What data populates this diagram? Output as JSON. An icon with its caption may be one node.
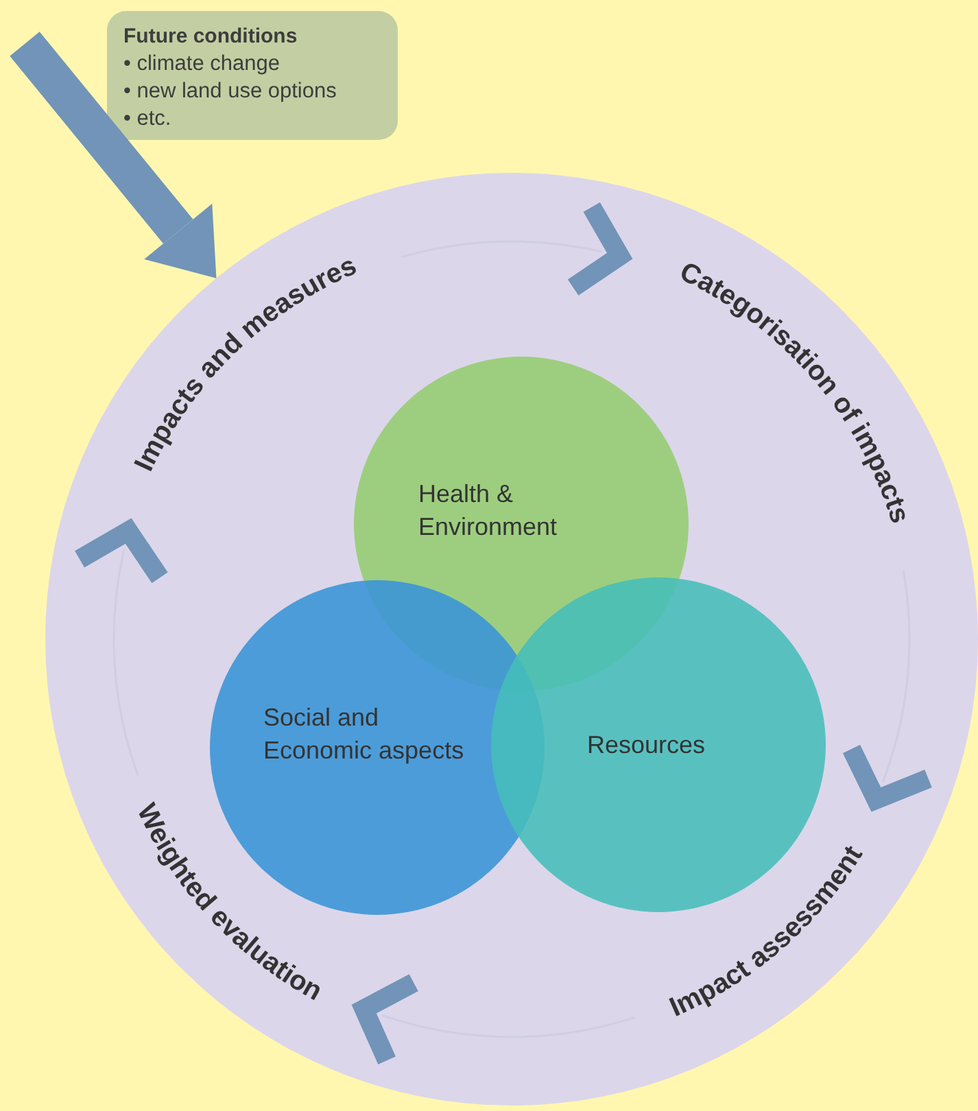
{
  "diagram": {
    "nodes": [
      {
        "text": [
          "Future conditions",
          "• climate change",
          "• new land use options",
          "• etc."
        ]
      },
      {
        "text": [],
        "shape": "circle"
      },
      {
        "text": [
          "Impacts and measures"
        ],
        "in": 1
      },
      {
        "text": [
          "Categorisation of impacts"
        ],
        "in": 1
      },
      {
        "text": [
          "Impact assessment"
        ],
        "in": 1
      },
      {
        "text": [
          "Weighted evaluation"
        ],
        "in": 1
      },
      {
        "text": [
          "Health & Environment"
        ],
        "in": 1
      },
      {
        "text": [
          "Social and Economic aspects"
        ],
        "in": 1
      },
      {
        "text": [
          "Resources"
        ],
        "in": 1
      }
    ],
    "edges": [
      {
        "from": 2,
        "to": 3,
        "arrow": "to"
      },
      {
        "from": 3,
        "to": 4,
        "arrow": "to"
      },
      {
        "from": 4,
        "to": 5,
        "arrow": "to"
      },
      {
        "from": 5,
        "to": 2,
        "arrow": "to"
      },
      {
        "from": null,
        "to": 1,
        "arrow": "to",
        "style": "thick"
      }
    ]
  }
}
